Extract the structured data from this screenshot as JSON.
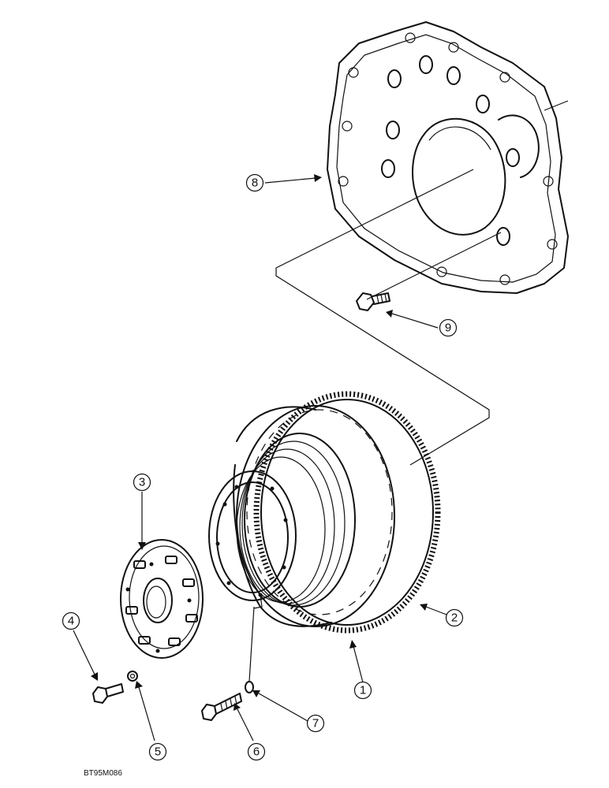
{
  "figure_code": "BT95M086",
  "callouts": {
    "c1": "1",
    "c2": "2",
    "c3": "3",
    "c4": "4",
    "c5": "5",
    "c6": "6",
    "c7": "7",
    "c8": "8",
    "c9": "9"
  }
}
